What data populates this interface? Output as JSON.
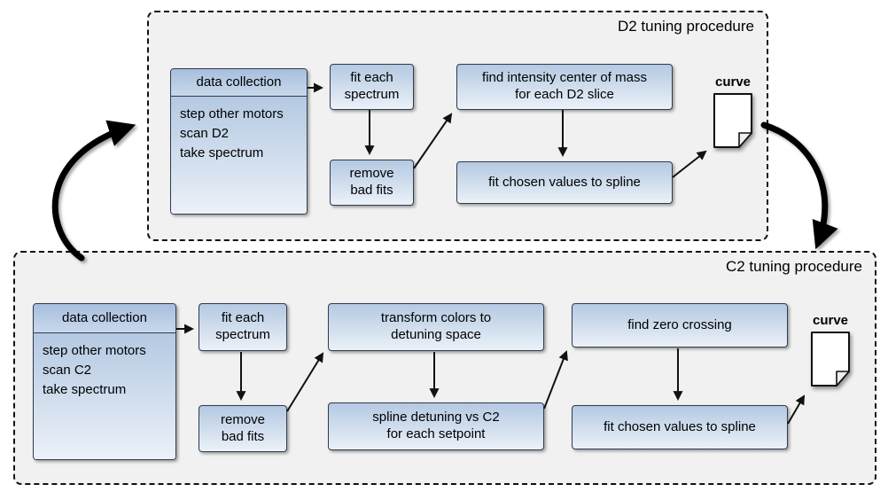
{
  "d2": {
    "title": "D2 tuning procedure",
    "data_collection_header": "data collection",
    "data_collection_body": "step other motors\nscan D2\ntake spectrum",
    "fit_each_spectrum": "fit each\nspectrum",
    "remove_bad_fits": "remove\nbad fits",
    "find_intensity": "find intensity center of mass\nfor each D2 slice",
    "fit_spline": "fit chosen values to spline",
    "curve_label": "curve"
  },
  "c2": {
    "title": "C2 tuning procedure",
    "data_collection_header": "data collection",
    "data_collection_body": "step other motors\nscan C2\ntake spectrum",
    "fit_each_spectrum": "fit each\nspectrum",
    "remove_bad_fits": "remove\nbad fits",
    "transform_colors": "transform colors to\ndetuning space",
    "spline_detuning": "spline detuning vs C2\nfor each setpoint",
    "find_zero_crossing": "find zero crossing",
    "fit_spline": "fit chosen values to spline",
    "curve_label": "curve"
  },
  "colors": {
    "node_top": "#b4c9e2",
    "node_bottom": "#ebf1f8",
    "header_top": "#a6bedd",
    "header_bottom": "#c9d9ec",
    "panel_bg": "#f1f1f1",
    "line": "#111111"
  }
}
